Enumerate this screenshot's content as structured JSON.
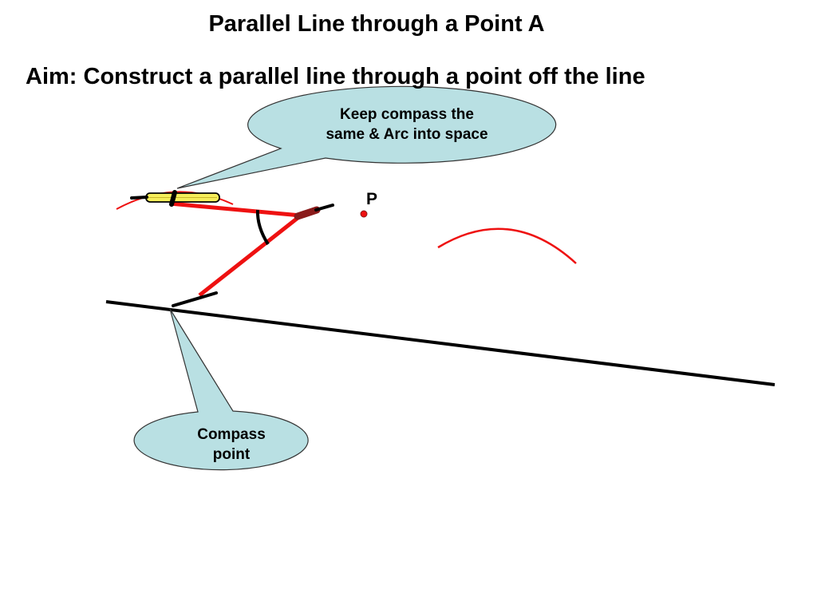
{
  "title": "Parallel Line through a Point A",
  "aim": "Aim: Construct a parallel line through a point off the line",
  "callouts": {
    "top": {
      "line1": "Keep compass the",
      "line2": "same & Arc into space"
    },
    "bottom": {
      "line1": "Compass",
      "line2": "point"
    }
  },
  "point_label": "P",
  "colors": {
    "callout_fill": "#b9e0e3",
    "construction": "#ee1111",
    "line": "#000000",
    "pencil": "#f5ee5a",
    "nib": "#8a1b1b"
  }
}
